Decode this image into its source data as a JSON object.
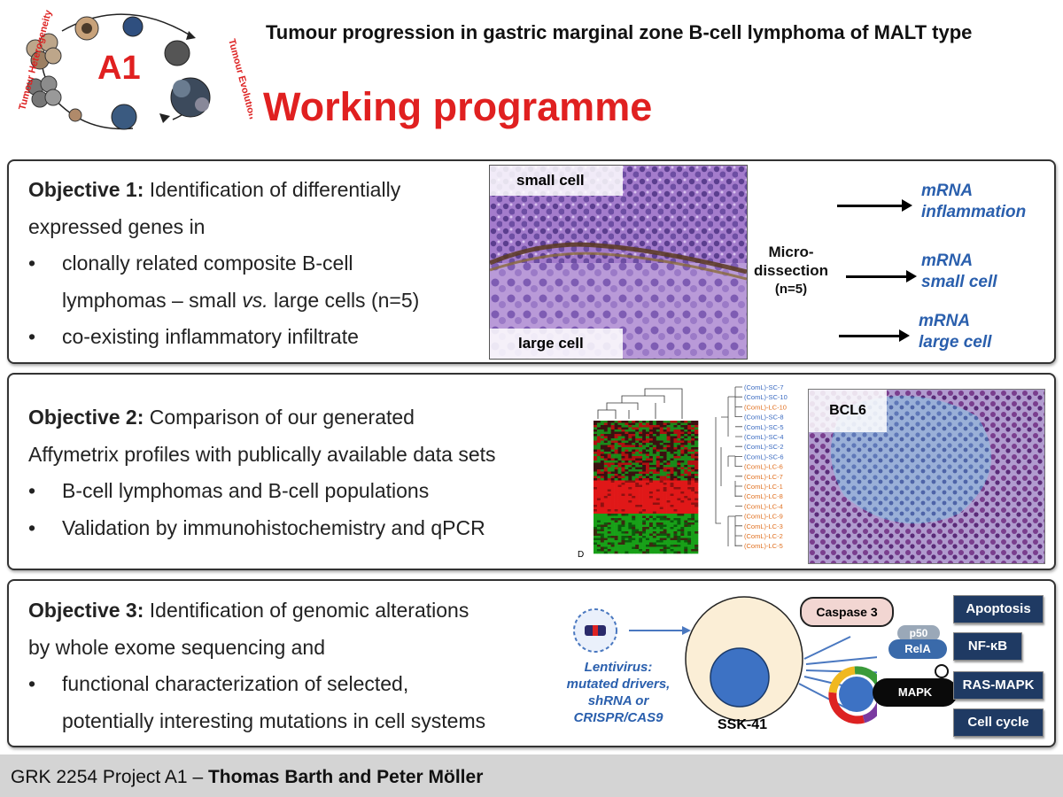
{
  "header": {
    "logo_label": "A1",
    "logo_arc_left": "Tumour Heterogeneity",
    "logo_arc_right": "Tumour Evolution",
    "subtitle": "Tumour progression in gastric marginal zone B-cell lymphoma of MALT type",
    "title": "Working programme"
  },
  "objective1": {
    "heading": "Objective 1:",
    "line1": " Identification of differentially",
    "line2": "expressed genes in",
    "bullet_symbol": "•",
    "bullet1_line1": "clonally related composite B-cell",
    "bullet1_line2_pre": "lymphomas – small ",
    "bullet1_line2_vs": "vs.",
    "bullet1_line2_post": " large cells (n=5)",
    "bullet2": "co-existing inflammatory infiltrate",
    "image_label_top": "small cell",
    "image_label_bottom": "large cell",
    "microdissection_line1": "Micro-",
    "microdissection_line2": "dissection",
    "microdissection_line3": "(n=5)",
    "outputs": [
      {
        "line1": "mRNA",
        "line2": "inflammation"
      },
      {
        "line1": "mRNA",
        "line2": "small cell"
      },
      {
        "line1": "mRNA",
        "line2": "large cell"
      }
    ]
  },
  "objective2": {
    "heading": "Objective 2:",
    "line1": " Comparison of our generated",
    "line2": "Affymetrix profiles with publically available data sets",
    "bullet_symbol": "•",
    "bullet1": "B-cell lymphomas and B-cell populations",
    "bullet2": "Validation by immunohistochemistry and qPCR",
    "heatmap_corner_label": "D",
    "dendrogram_labels": [
      "(ComL)-SC-7",
      "(ComL)-SC-10",
      "(ComL)-LC-10",
      "(ComL)-SC-8",
      "(ComL)-SC-5",
      "(ComL)-SC-4",
      "(ComL)-SC-2",
      "(ComL)-SC-6",
      "(ComL)-LC-6",
      "(ComL)-LC-7",
      "(ComL)-LC-1",
      "(ComL)-LC-8",
      "(ComL)-LC-4",
      "(ComL)-LC-9",
      "(ComL)-LC-3",
      "(ComL)-LC-2",
      "(ComL)-LC-5"
    ],
    "ihc_label": "BCL6"
  },
  "objective3": {
    "heading": "Objective 3:",
    "line1": " Identification of genomic alterations",
    "line2": "by whole exome sequencing and",
    "bullet_symbol": "•",
    "bullet1_line1": "functional characterization of selected,",
    "bullet1_line2": "potentially interesting mutations in cell systems",
    "lentivirus_lines": [
      "Lentivirus:",
      "mutated drivers,",
      "shRNA or",
      "CRISPR/CAS9"
    ],
    "cell_label": "SSK-41",
    "caspase_label": "Caspase 3",
    "p50_label": "p50",
    "rela_label": "RelA",
    "mapk_label": "MAPK",
    "pathways": [
      "Apoptosis",
      "NF-κB",
      "RAS-MAPK",
      "Cell cycle"
    ]
  },
  "footer": {
    "prefix": "GRK 2254 Project A1 – ",
    "authors": "Thomas Barth and Peter Möller"
  },
  "colors": {
    "title_red": "#e02020",
    "mrna_blue": "#2a5fad",
    "pathway_navy": "#1f3a63",
    "footer_bg": "#d4d4d4"
  }
}
